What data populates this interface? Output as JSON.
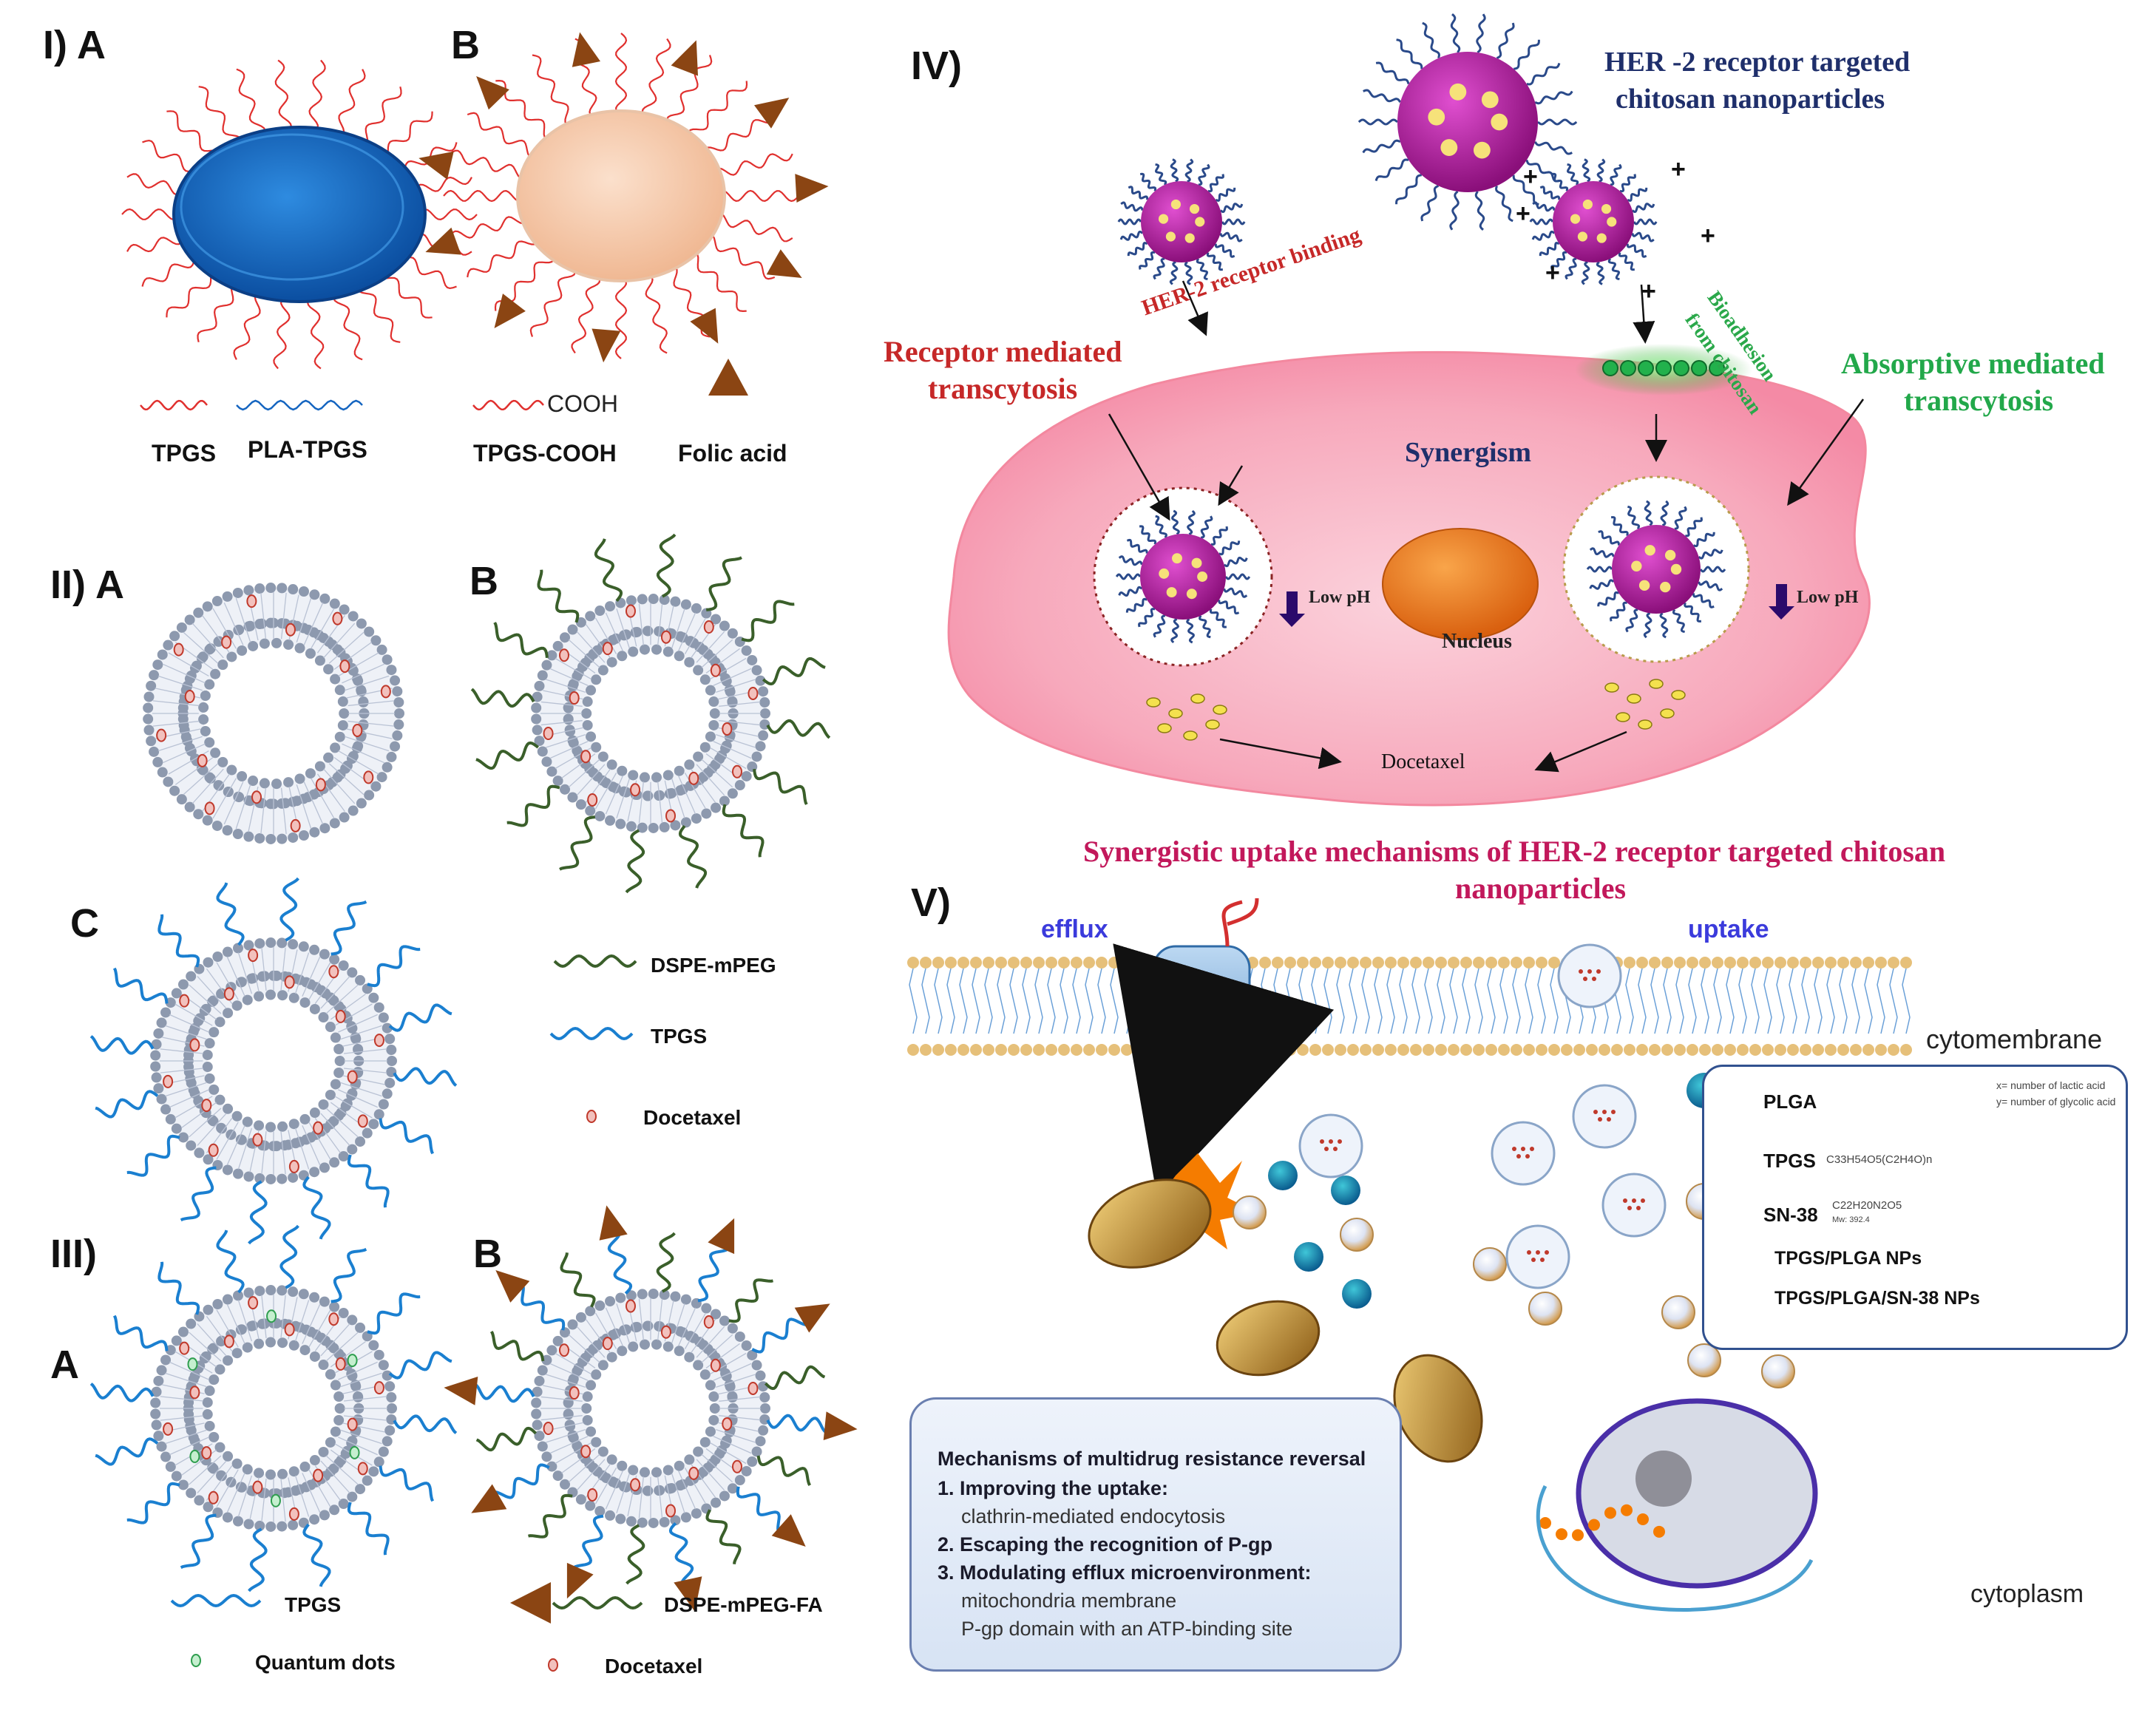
{
  "panel_I": {
    "label_A": "I) A",
    "label_B": "B",
    "legend": {
      "tpgs": "TPGS",
      "pla_tpgs": "PLA-TPGS",
      "cooh": "COOH",
      "tpgs_cooh": "TPGS-COOH",
      "folic_acid": "Folic acid"
    }
  },
  "panel_II": {
    "label_A": "II) A",
    "label_B": "B",
    "label_C": "C",
    "legend": {
      "dspe_mpeg": "DSPE-mPEG",
      "tpgs": "TPGS",
      "docetaxel": "Docetaxel"
    }
  },
  "panel_III": {
    "label_A_line1": "III)",
    "label_A_line2": "A",
    "label_B": "B",
    "legend": {
      "tpgs": "TPGS",
      "quantum_dots": "Quantum dots",
      "dspe_mpeg_fa": "DSPE-mPEG-FA",
      "docetaxel": "Docetaxel"
    }
  },
  "panel_IV": {
    "label": "IV)",
    "title_line1": "HER -2 receptor targeted",
    "title_line2": "chitosan nanoparticles",
    "her2_binding": "HER-2 receptor binding",
    "receptor_line1": "Receptor mediated",
    "receptor_line2": "transcytosis",
    "bioadhesion_line1": "Bioadhesion",
    "bioadhesion_line2": "from chitosan",
    "absorptive_line1": "Absorptive mediated",
    "absorptive_line2": "transcytosis",
    "synergism": "Synergism",
    "low_ph_left": "Low pH",
    "low_ph_right": "Low pH",
    "nucleus": "Nucleus",
    "docetaxel": "Docetaxel",
    "caption_line1": "Synergistic uptake mechanisms of HER-2 receptor targeted chitosan",
    "caption_line2": "nanoparticles"
  },
  "panel_V": {
    "label": "V)",
    "efflux": "efflux",
    "uptake": "uptake",
    "cytomembrane": "cytomembrane",
    "cytoplasm": "cytoplasm",
    "legend": {
      "plga": "PLGA",
      "plga_note1": "x= number of lactic acid",
      "plga_note2": "y= number of glycolic acid",
      "tpgs": "TPGS",
      "tpgs_formula": "C33H54O5(C2H4O)n",
      "sn38": "SN-38",
      "sn38_formula": "C22H20N2O5",
      "sn38_mw": "Mw: 392.4",
      "tpgs_plga_nps": "TPGS/PLGA NPs",
      "tpgs_plga_sn38_nps": "TPGS/PLGA/SN-38 NPs"
    },
    "mdr": {
      "title": "Mechanisms of multidrug resistance reversal",
      "item1": "1. Improving  the uptake:",
      "item1_sub": "clathrin-mediated endocytosis",
      "item2": "2. Escaping the recognition of P-gp",
      "item3": "3. Modulating efflux microenvironment:",
      "item3_sub1": "mitochondria membrane",
      "item3_sub2": "P-gp domain with an ATP-binding site"
    }
  },
  "colors": {
    "tpgs_red": "#e0302e",
    "pla_blue": "#1565c0",
    "folate_brown": "#8b4513",
    "lipid_grey": "#8d99ae",
    "docetaxel_red": "#c0392b",
    "peg_green": "#3a5f2a",
    "tpgs_blue": "#1a7fd0",
    "np_magenta": "#b5179e",
    "cell_pink": "#f7a1b6",
    "nucleus_orange": "#e8741c",
    "receptor_red": "#d52b2b",
    "absorptive_green": "#22a84a",
    "caption_magenta": "#c2185b",
    "efflux_blue": "#3b3bdc",
    "title_navy": "#1f2f6b"
  }
}
